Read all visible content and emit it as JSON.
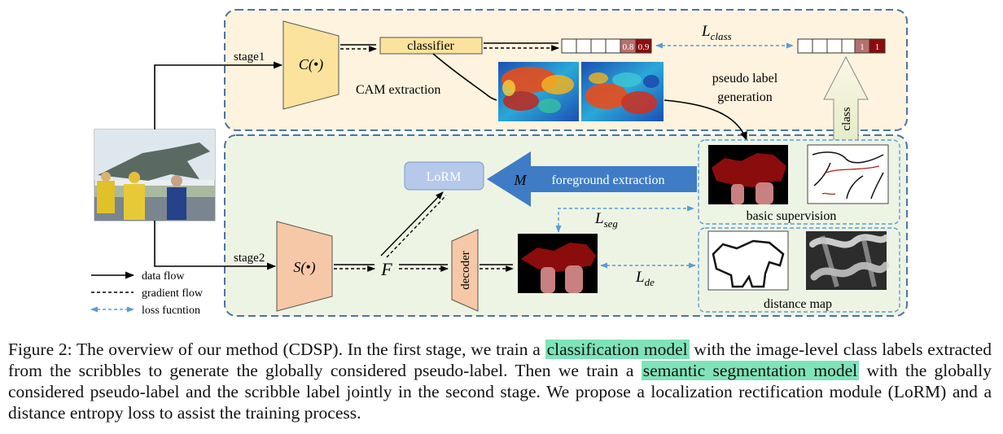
{
  "diagram": {
    "stage1_label": "stage1",
    "stage2_label": "stage2",
    "classifier_network": "C(•)",
    "segmentation_network": "S(•)",
    "classifier_label": "classifier",
    "cam_extraction_label": "CAM extraction",
    "pseudo_label_generation_line1": "pseudo label",
    "pseudo_label_generation_line2": "generation",
    "loss_class": {
      "base": "L",
      "sub": "class"
    },
    "loss_seg": {
      "base": "L",
      "sub": "seg"
    },
    "loss_de": {
      "base": "L",
      "sub": "de"
    },
    "prediction_values": [
      "0.8",
      "0.9"
    ],
    "target_values": [
      "1",
      "1"
    ],
    "class_arrow_label": "class",
    "lorm_label": "LoRM",
    "mask_symbol": "M",
    "foreground_extraction_label": "foreground extraction",
    "feature_symbol": "F",
    "decoder_label": "decoder",
    "basic_supervision_label": "basic supervision",
    "distance_map_label": "distance map",
    "legend": {
      "data_flow": "data flow",
      "gradient_flow": "gradient flow",
      "loss_function": "loss fucntion"
    },
    "colors": {
      "stage1_bg": "#fdf3de",
      "stage2_bg": "#eef4e4",
      "frame_border": "#4d73a3",
      "classifier_fill": "#fbe39d",
      "segmenter_fill": "#f6c8a8",
      "lorm_fill": "#b6c9ea",
      "arrow_blue": "#3f7cc6",
      "loss_dash": "#5b9bd5",
      "mask_red": "#8b0c0c",
      "mask_pink": "#c98080",
      "class_arrow_fill": "#eef2d6"
    }
  },
  "caption": {
    "part1": "Figure 2: The overview of our method (CDSP). In the first stage, we train a ",
    "highlight1": "classification model",
    "part2": " with the image-level class labels extracted from the scribbles to generate the globally considered pseudo-label. Then we train a ",
    "highlight2": "semantic segmentation model",
    "part3": " with the globally considered pseudo-label and the scribble label jointly in the second stage. We propose a localization rectification module (LoRM) and a distance entropy loss to assist the training process."
  }
}
